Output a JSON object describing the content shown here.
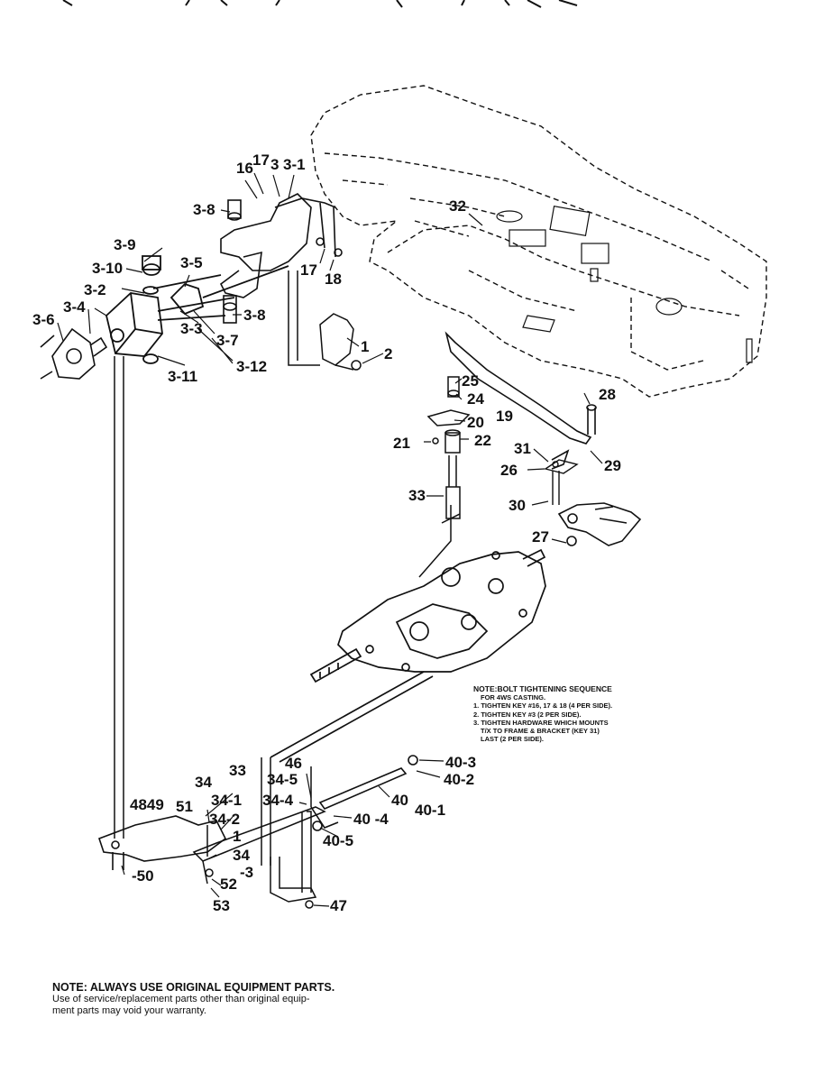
{
  "callouts": {
    "c16": "16",
    "c17a": "17",
    "c3": "3",
    "c3_1": "3-1",
    "c3_8a": "3-8",
    "c3_9": "3-9",
    "c3_10": "3-10",
    "c3_5": "3-5",
    "c3_2": "3-2",
    "c3_4": "3-4",
    "c3_6": "3-6",
    "c3_3": "3-3",
    "c3_7": "3-7",
    "c3_12": "3-12",
    "c3_11": "3-11",
    "c3_8b": "3-8",
    "c17b": "17",
    "c18": "18",
    "c32": "32",
    "c1": "1",
    "c2": "2",
    "c25": "25",
    "c24": "24",
    "c20": "20",
    "c19": "19",
    "c21": "21",
    "c22": "22",
    "c28": "28",
    "c31": "31",
    "c29": "29",
    "c26": "26",
    "c30": "30",
    "c33a": "33",
    "c27": "27",
    "c46": "46",
    "c40_3": "40-3",
    "c40_2": "40-2",
    "c33b": "33",
    "c34_5": "34-5",
    "c34": "34",
    "c34_1": "34-1",
    "c34_4": "34-4",
    "c40": "40",
    "c40_1": "40-1",
    "c4849": "4849",
    "c51": "51",
    "c34_2": "34-2",
    "c40_4": "40 -4",
    "c1b": "1",
    "c40_5": "40-5",
    "c34_3a": "34",
    "c34_3b": "-3",
    "c52": "52",
    "c50": "-50",
    "c47": "47",
    "c53": "53"
  },
  "bolt_note": {
    "title": "NOTE:BOLT TIGHTENING SEQUENCE",
    "subtitle": "FOR 4WS CASTING.",
    "step1": "1. TIGHTEN KEY #16, 17 & 18 (4 PER SIDE).",
    "step2": "2. TIGHTEN KEY #3 (2 PER SIDE).",
    "step3": "3. TIGHTEN HARDWARE WHICH MOUNTS",
    "step3b": "T/X TO FRAME & BRACKET (KEY 31)",
    "step3c": "LAST (2 PER SIDE)."
  },
  "bottom_note": {
    "lead": "NOTE: ALWAYS USE ORIGINAL EQUIPMENT PARTS.",
    "line1": "Use of service/replacement parts other than original equip-",
    "line2": "ment parts may void your warranty."
  }
}
